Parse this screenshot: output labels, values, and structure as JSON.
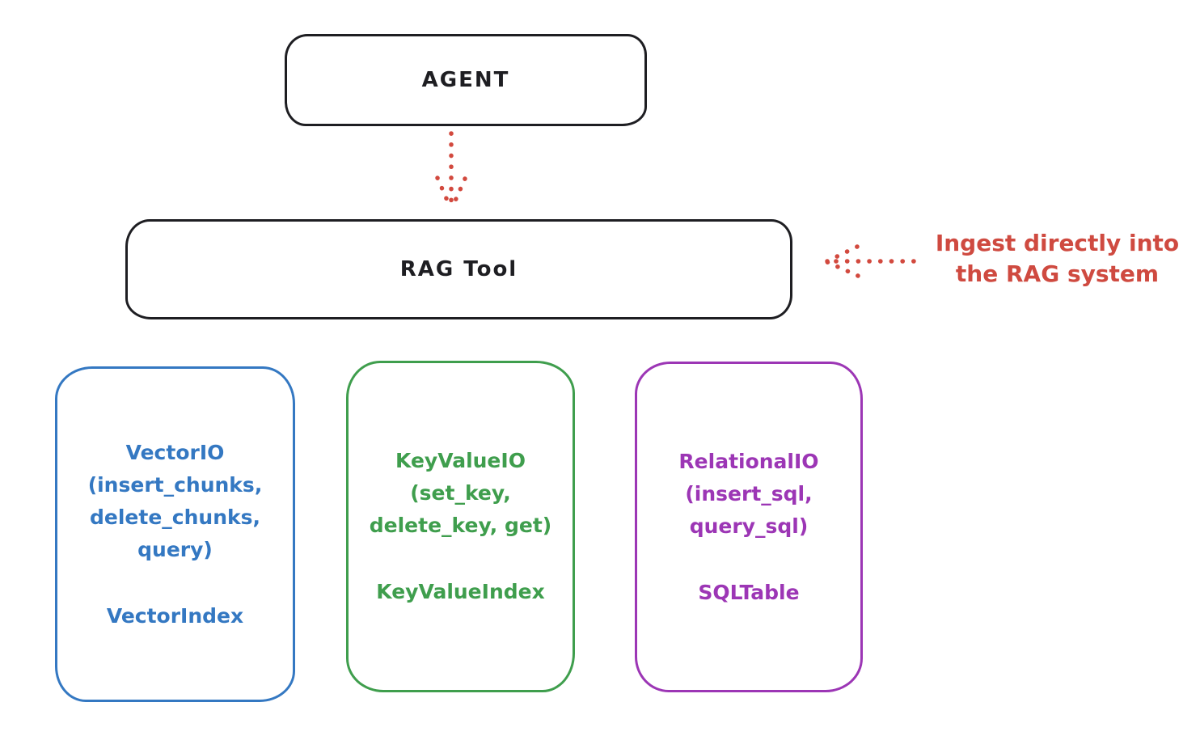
{
  "agent": {
    "label": "AGENT"
  },
  "rag_tool": {
    "label": "RAG Tool"
  },
  "annotation": {
    "line1": "Ingest directly into",
    "line2": "the RAG system"
  },
  "cards": [
    {
      "name": "VectorIO",
      "color": "#3478c2",
      "lines": [
        "VectorIO",
        "(insert_chunks,",
        "delete_chunks,",
        "query)"
      ],
      "index_label": "VectorIndex"
    },
    {
      "name": "KeyValueIO",
      "color": "#3f9e4d",
      "lines": [
        "KeyValueIO",
        "(set_key,",
        "delete_key, get)"
      ],
      "index_label": "KeyValueIndex"
    },
    {
      "name": "RelationalIO",
      "color": "#9c36b5",
      "lines": [
        "RelationalIO",
        "(insert_sql,",
        "query_sql)"
      ],
      "index_label": "SQLTable"
    }
  ],
  "colors": {
    "stroke": "#1e1e22",
    "arrow_red": "#d2493e",
    "annotation_red": "#cf4a40",
    "blue": "#3478c2",
    "green": "#3f9e4d",
    "purple": "#9c36b5"
  },
  "icons": {
    "down_arrow": "dotted-arrow-down-icon",
    "left_arrow": "dotted-arrow-left-icon"
  }
}
